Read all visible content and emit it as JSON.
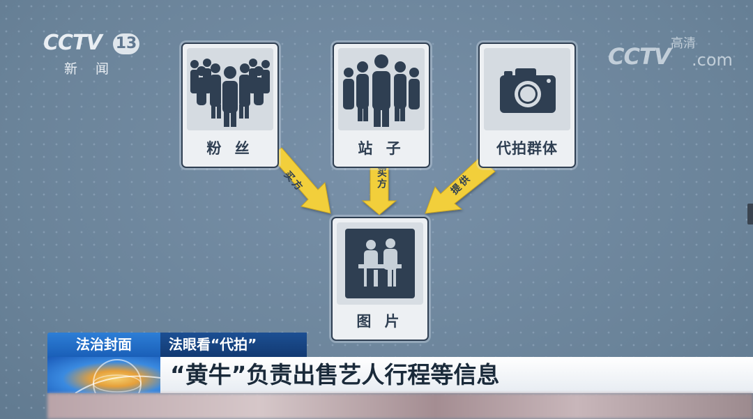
{
  "logos": {
    "channel_mark": "CCTV",
    "channel_number": "13",
    "channel_name": "新 闻",
    "hd_mark": "CCTV",
    "hd_suffix": ".com",
    "hd_label": "高清"
  },
  "diagram": {
    "nodes": {
      "fans": "粉 丝",
      "zhanzi": "站 子",
      "photographers": "代拍群体",
      "pictures": "图 片"
    },
    "edges": {
      "fans_to_pictures": "买方",
      "zhanzi_to_pictures": "买方",
      "photographers_to_pictures": "提供"
    }
  },
  "ticker": {
    "program": "法治封面",
    "segment": "法眼看“代拍”",
    "headline": "“黄牛”负责出售艺人行程等信息"
  },
  "colors": {
    "background": "#6f88a0",
    "arrow": "#f2cf3a",
    "card_border": "#2f3f52",
    "ticker_blue": "#1a5fb8"
  }
}
